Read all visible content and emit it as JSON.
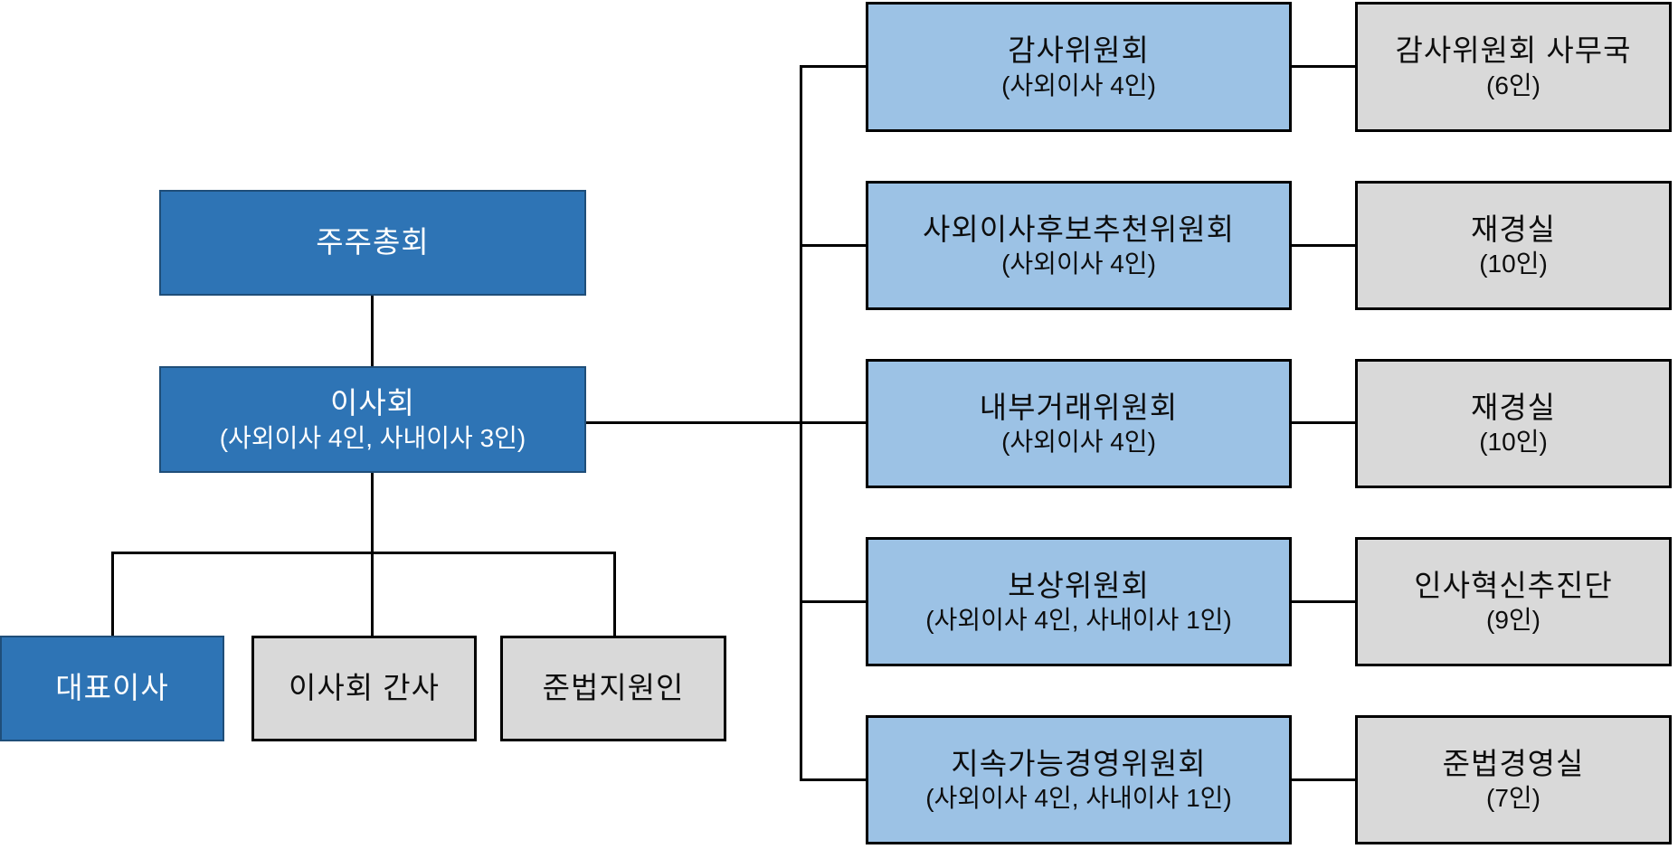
{
  "diagram_title": "corporate-governance-organization-chart",
  "colors": {
    "dark_blue": "#2E74B5",
    "dark_blue_border": "#1F4E79",
    "light_blue": "#9CC2E5",
    "gray": "#D9D9D9",
    "connector": "#000000",
    "text_on_dark": "#FFFFFF",
    "text_on_light": "#0D0D0D"
  },
  "left": {
    "shareholders": {
      "title": "주주총회"
    },
    "board": {
      "title": "이사회",
      "subtitle": "(사외이사 4인, 사내이사 3인)"
    },
    "ceo": {
      "title": "대표이사"
    },
    "board_secretary": {
      "title": "이사회 간사"
    },
    "compliance_officer": {
      "title": "준법지원인"
    }
  },
  "committees": [
    {
      "title": "감사위원회",
      "subtitle": "(사외이사 4인)",
      "support": {
        "title": "감사위원회 사무국",
        "subtitle": "(6인)"
      }
    },
    {
      "title": "사외이사후보추천위원회",
      "subtitle": "(사외이사 4인)",
      "support": {
        "title": "재경실",
        "subtitle": "(10인)"
      }
    },
    {
      "title": "내부거래위원회",
      "subtitle": "(사외이사 4인)",
      "support": {
        "title": "재경실",
        "subtitle": "(10인)"
      }
    },
    {
      "title": "보상위원회",
      "subtitle": "(사외이사 4인, 사내이사 1인)",
      "support": {
        "title": "인사혁신추진단",
        "subtitle": "(9인)"
      }
    },
    {
      "title": "지속가능경영위원회",
      "subtitle": "(사외이사 4인, 사내이사 1인)",
      "support": {
        "title": "준법경영실",
        "subtitle": "(7인)"
      }
    }
  ]
}
